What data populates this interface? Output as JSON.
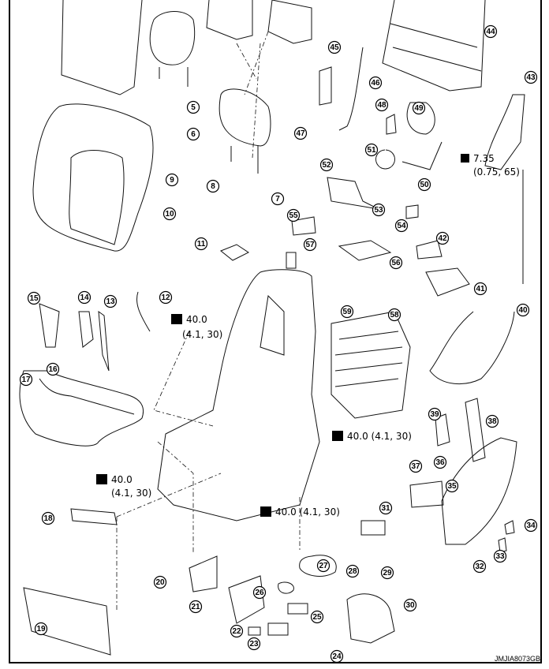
{
  "diagram": {
    "callouts": [
      "5",
      "6",
      "7",
      "8",
      "9",
      "10",
      "11",
      "12",
      "13",
      "14",
      "15",
      "16",
      "17",
      "18",
      "19",
      "20",
      "21",
      "22",
      "23",
      "24",
      "25",
      "26",
      "27",
      "28",
      "29",
      "30",
      "31",
      "32",
      "33",
      "34",
      "35",
      "36",
      "37",
      "38",
      "39",
      "40",
      "41",
      "42",
      "43",
      "44",
      "45",
      "46",
      "47",
      "48",
      "49",
      "50",
      "51",
      "52",
      "53",
      "54",
      "55",
      "56",
      "57",
      "58",
      "59"
    ],
    "torques": [
      {
        "value": "7.35",
        "spec": "(0.75, 65)"
      },
      {
        "value": "40.0",
        "spec": "(4.1, 30)"
      },
      {
        "value": "40.0",
        "spec": "(4.1, 30)"
      },
      {
        "value": "40.0 (4.1, 30)",
        "spec": ""
      },
      {
        "value": "40.0 (4.1, 30)",
        "spec": ""
      }
    ],
    "torque_icon": "wrench-torque-icon",
    "figure_code": "JMJIA8073GB"
  }
}
